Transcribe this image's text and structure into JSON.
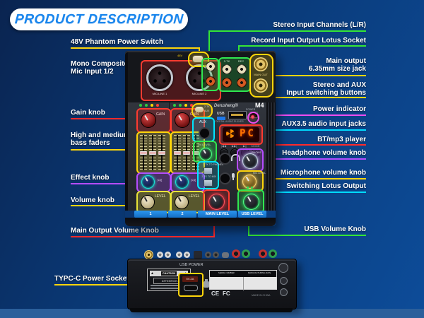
{
  "banner": {
    "text": "PRODUCT DESCRIPTION"
  },
  "colors": {
    "background_top": "#0a2450",
    "background_mid": "#0a3a78",
    "background_bottom": "#0d4c99",
    "bottom_band": "#2b5f9b",
    "banner_text": "#1a86ed",
    "highlight_red": "#ff2a2a",
    "highlight_yellow": "#ffd60a",
    "highlight_green": "#35e635",
    "highlight_cyan": "#00dcff",
    "highlight_purple": "#b54cff",
    "highlight_magenta": "#ee4df0",
    "strip_blue": "#1e86e0"
  },
  "callouts": {
    "left": [
      {
        "text": "48V Phantom Power Switch"
      },
      {
        "text": "Mono Composite\nMic Input 1/2"
      },
      {
        "text": "Gain knob"
      },
      {
        "text": "High and medium\nbass faders"
      },
      {
        "text": "Effect knob"
      },
      {
        "text": "Volume knob"
      },
      {
        "text": "Main Output Volume Knob"
      },
      {
        "text": "TYPC-C Power Socket"
      }
    ],
    "right": [
      {
        "text": "Stereo Input Channels (L/R)"
      },
      {
        "text": "Record Input Output Lotus Socket"
      },
      {
        "text": "Main output\n6.35mm size jack"
      },
      {
        "text": "Stereo and AUX\nInput switching buttons"
      },
      {
        "text": "Power indicator"
      },
      {
        "text": "AUX3.5 audio input jacks"
      },
      {
        "text": "BT/mp3 player"
      },
      {
        "text": "Headphone volume knob"
      },
      {
        "text": "Microphone volume knob"
      },
      {
        "text": "Switching Lotus Output"
      },
      {
        "text": "USB Volume Knob"
      }
    ]
  },
  "mixer": {
    "brand": "Derusheng®",
    "model": "M4",
    "jack_panel": {
      "mic1": "MIC/LINE 1",
      "mic2": "MIC/LINE 2",
      "phantom": "48V",
      "tape": "2-TK",
      "rec": "REC",
      "main_out": "MAIN OUT"
    },
    "channels": {
      "gain": "GAIN",
      "fx": "FX",
      "level": "LEVEL"
    },
    "side": {
      "tape": "2-TK",
      "aux_short": "AUX",
      "aux": "AUX",
      "level34": "3/4 LEVEL",
      "to_phones": "2-TK TO PHONES",
      "to_mix": "2-TK TO MIX"
    },
    "player": {
      "usb": "USB",
      "digital": "DIGITAL AUDIO PLAYER",
      "power": "POWER",
      "display": "PC",
      "buttons": [
        "|◀◀",
        "▶▶|",
        "▶||",
        "MODE"
      ]
    },
    "knobs": {
      "phone": "PHONE",
      "mic_level": "MIC LEVEL"
    },
    "strip": [
      "1",
      "2",
      "MAIN LEVEL",
      "USB LEVEL"
    ]
  },
  "back_panel": {
    "caution": "CAUTION",
    "attention": "ATTENTION",
    "warning_icon": "▲",
    "usb_power": "USB POWER",
    "port": "5V-2A",
    "serial": "SERIAL NUMBER",
    "mfg_date": "MANUFACTURING DATE",
    "ce": "CE",
    "fcc": "FC",
    "made_in": "MADE IN CHINA"
  }
}
